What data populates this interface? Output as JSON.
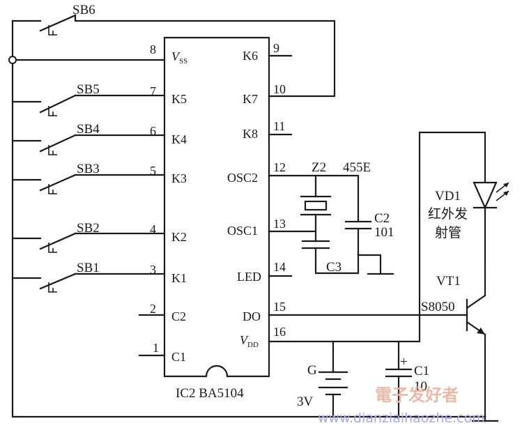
{
  "ic": {
    "designator": "IC2 BA5104",
    "pins": [
      {
        "num": "8",
        "name_main": "V",
        "name_sub": "SS"
      },
      {
        "num": "7",
        "name": "K5"
      },
      {
        "num": "6",
        "name": "K4"
      },
      {
        "num": "5",
        "name": "K3"
      },
      {
        "num": "4",
        "name": "K2"
      },
      {
        "num": "3",
        "name": "K1"
      },
      {
        "num": "2",
        "name": "C2"
      },
      {
        "num": "1",
        "name": "C1"
      },
      {
        "num": "9",
        "name": "K6"
      },
      {
        "num": "10",
        "name": "K7"
      },
      {
        "num": "11",
        "name": "K8"
      },
      {
        "num": "12",
        "name": "OSC2"
      },
      {
        "num": "13",
        "name": "OSC1"
      },
      {
        "num": "14",
        "name": "LED"
      },
      {
        "num": "15",
        "name": "DO"
      },
      {
        "num": "16",
        "name_main": "V",
        "name_sub": "DD"
      }
    ]
  },
  "switches": [
    "SB6",
    "SB5",
    "SB4",
    "SB3",
    "SB2",
    "SB1"
  ],
  "resonator": {
    "ref": "Z2",
    "value": "455E"
  },
  "capacitors": {
    "c2": {
      "ref": "C2",
      "value": "101"
    },
    "c3": {
      "ref": "C3"
    },
    "c1": {
      "ref": "C1",
      "value": "10",
      "polarity": "+"
    }
  },
  "led": {
    "ref": "VD1",
    "desc_line1": "红外发",
    "desc_line2": "射管"
  },
  "transistor": {
    "ref": "VT1",
    "type": "S8050"
  },
  "battery": {
    "ref": "G",
    "value": "3V"
  },
  "watermark": {
    "text": "電子发好者",
    "url": "www.dianziaihaozhe.com"
  },
  "colors": {
    "line": "#1a1a1a",
    "watermark_text": "#e9b9a9",
    "watermark_url": "#a8a8e0"
  }
}
